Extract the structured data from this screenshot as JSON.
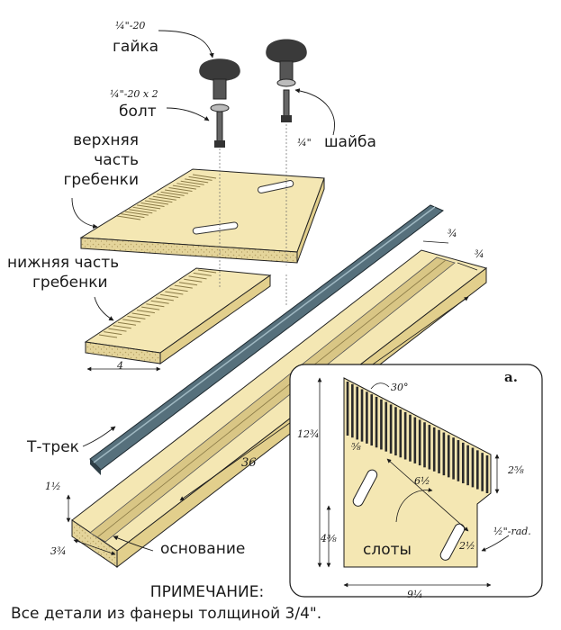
{
  "labels": {
    "nut_size": "¼\"-20",
    "nut": "гайка",
    "bolt_size": "¼\"-20 x 2",
    "bolt": "болт",
    "washer_size": "¼\"",
    "washer": "шайба",
    "top_comb_1": "верхняя",
    "top_comb_2": "часть",
    "top_comb_3": "гребенки",
    "bottom_comb_1": "нижняя часть",
    "bottom_comb_2": "гребенки",
    "t_track": "Т-трек",
    "base": "основание",
    "slots": "слоты"
  },
  "dimensions": {
    "base_length": "36",
    "base_height": "1½",
    "base_width": "3¾",
    "lower_comb_width": "4",
    "groove_width": "¾",
    "groove_depth": "¾",
    "detail_height": "12¾",
    "detail_width": "9¼",
    "slot_width": "⅝",
    "slot_offset": "6½",
    "slot_bottom": "4⅜",
    "slot_length": "2½",
    "teeth_height": "2⅝",
    "tooth_angle": "30°",
    "corner_radius": "½\"-rad."
  },
  "detail_label": "a.",
  "note": {
    "heading": "ПРИМЕЧАНИЕ:",
    "text": "Все детали из фанеры толщиной 3/4\"."
  },
  "colors": {
    "wood": "#f4e7b3",
    "wood_dark": "#e2cf8c",
    "edge": "#d8c88a",
    "track": "#56707c",
    "track_dark": "#2e3e46",
    "line": "#1a1a1a",
    "hardware": "#3a3a3a"
  }
}
